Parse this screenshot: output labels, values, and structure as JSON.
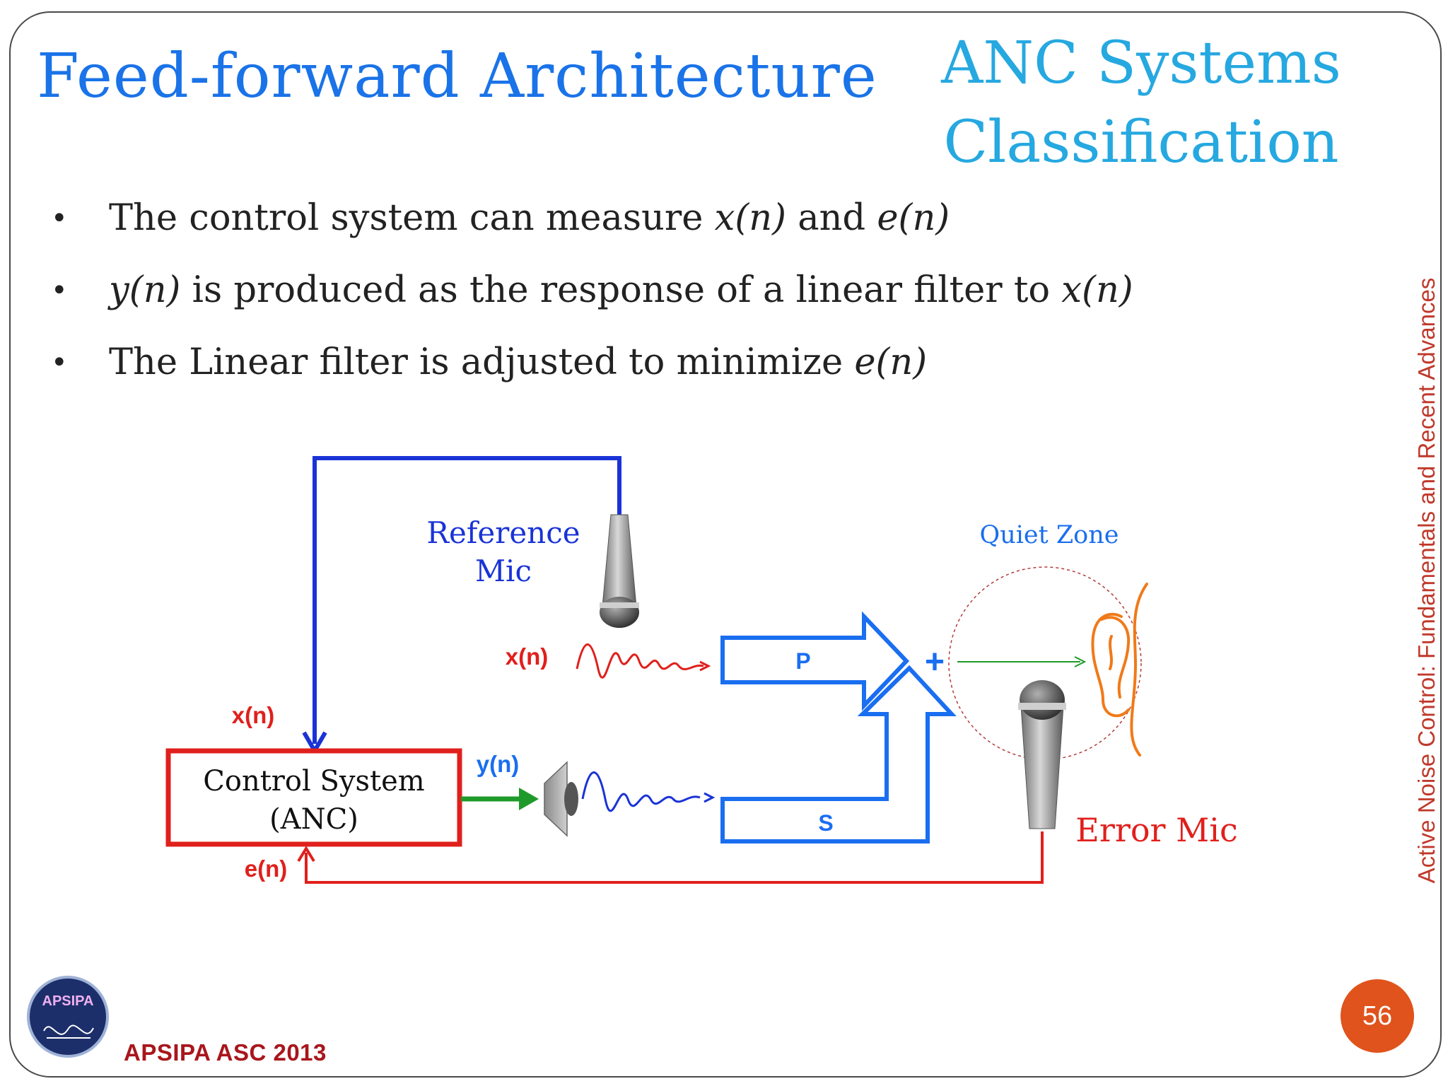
{
  "slide": {
    "title": "Feed-forward Architecture",
    "section_line1": "ANC Systems",
    "section_line2": "Classification",
    "side_text": "Active Noise Control: Fundamentals and Recent Advances",
    "footer": "APSIPA ASC 2013",
    "page_number": "56",
    "logo_text": "APSIPA"
  },
  "bullets": [
    {
      "pre": "The control system can measure ",
      "i1": "x(n)",
      "mid": " and ",
      "i2": "e(n)",
      "post": ""
    },
    {
      "pre": "",
      "i1": "y(n)",
      "mid": " is produced as the response of a linear filter to ",
      "i2": "x(n)",
      "post": ""
    },
    {
      "pre": "The Linear filter is adjusted to minimize ",
      "i1": "e(n)",
      "mid": "",
      "i2": "",
      "post": ""
    }
  ],
  "diagram": {
    "reference_mic_line1": "Reference",
    "reference_mic_line2": "Mic",
    "quiet_zone": "Quiet Zone",
    "xn_signal": "x(n)",
    "xn_feedback": "x(n)",
    "yn": "y(n)",
    "en": "e(n)",
    "control_line1": "Control System",
    "control_line2": "(ANC)",
    "primary_path": "P",
    "secondary_path": "S",
    "plus": "+",
    "error_mic": "Error Mic"
  },
  "colors": {
    "title": "#1a73e8",
    "section": "#26a8e0",
    "blue_path": "#1a5fe0",
    "red": "#e0201c",
    "green": "#1f9a2a",
    "badge": "#e0531c"
  }
}
